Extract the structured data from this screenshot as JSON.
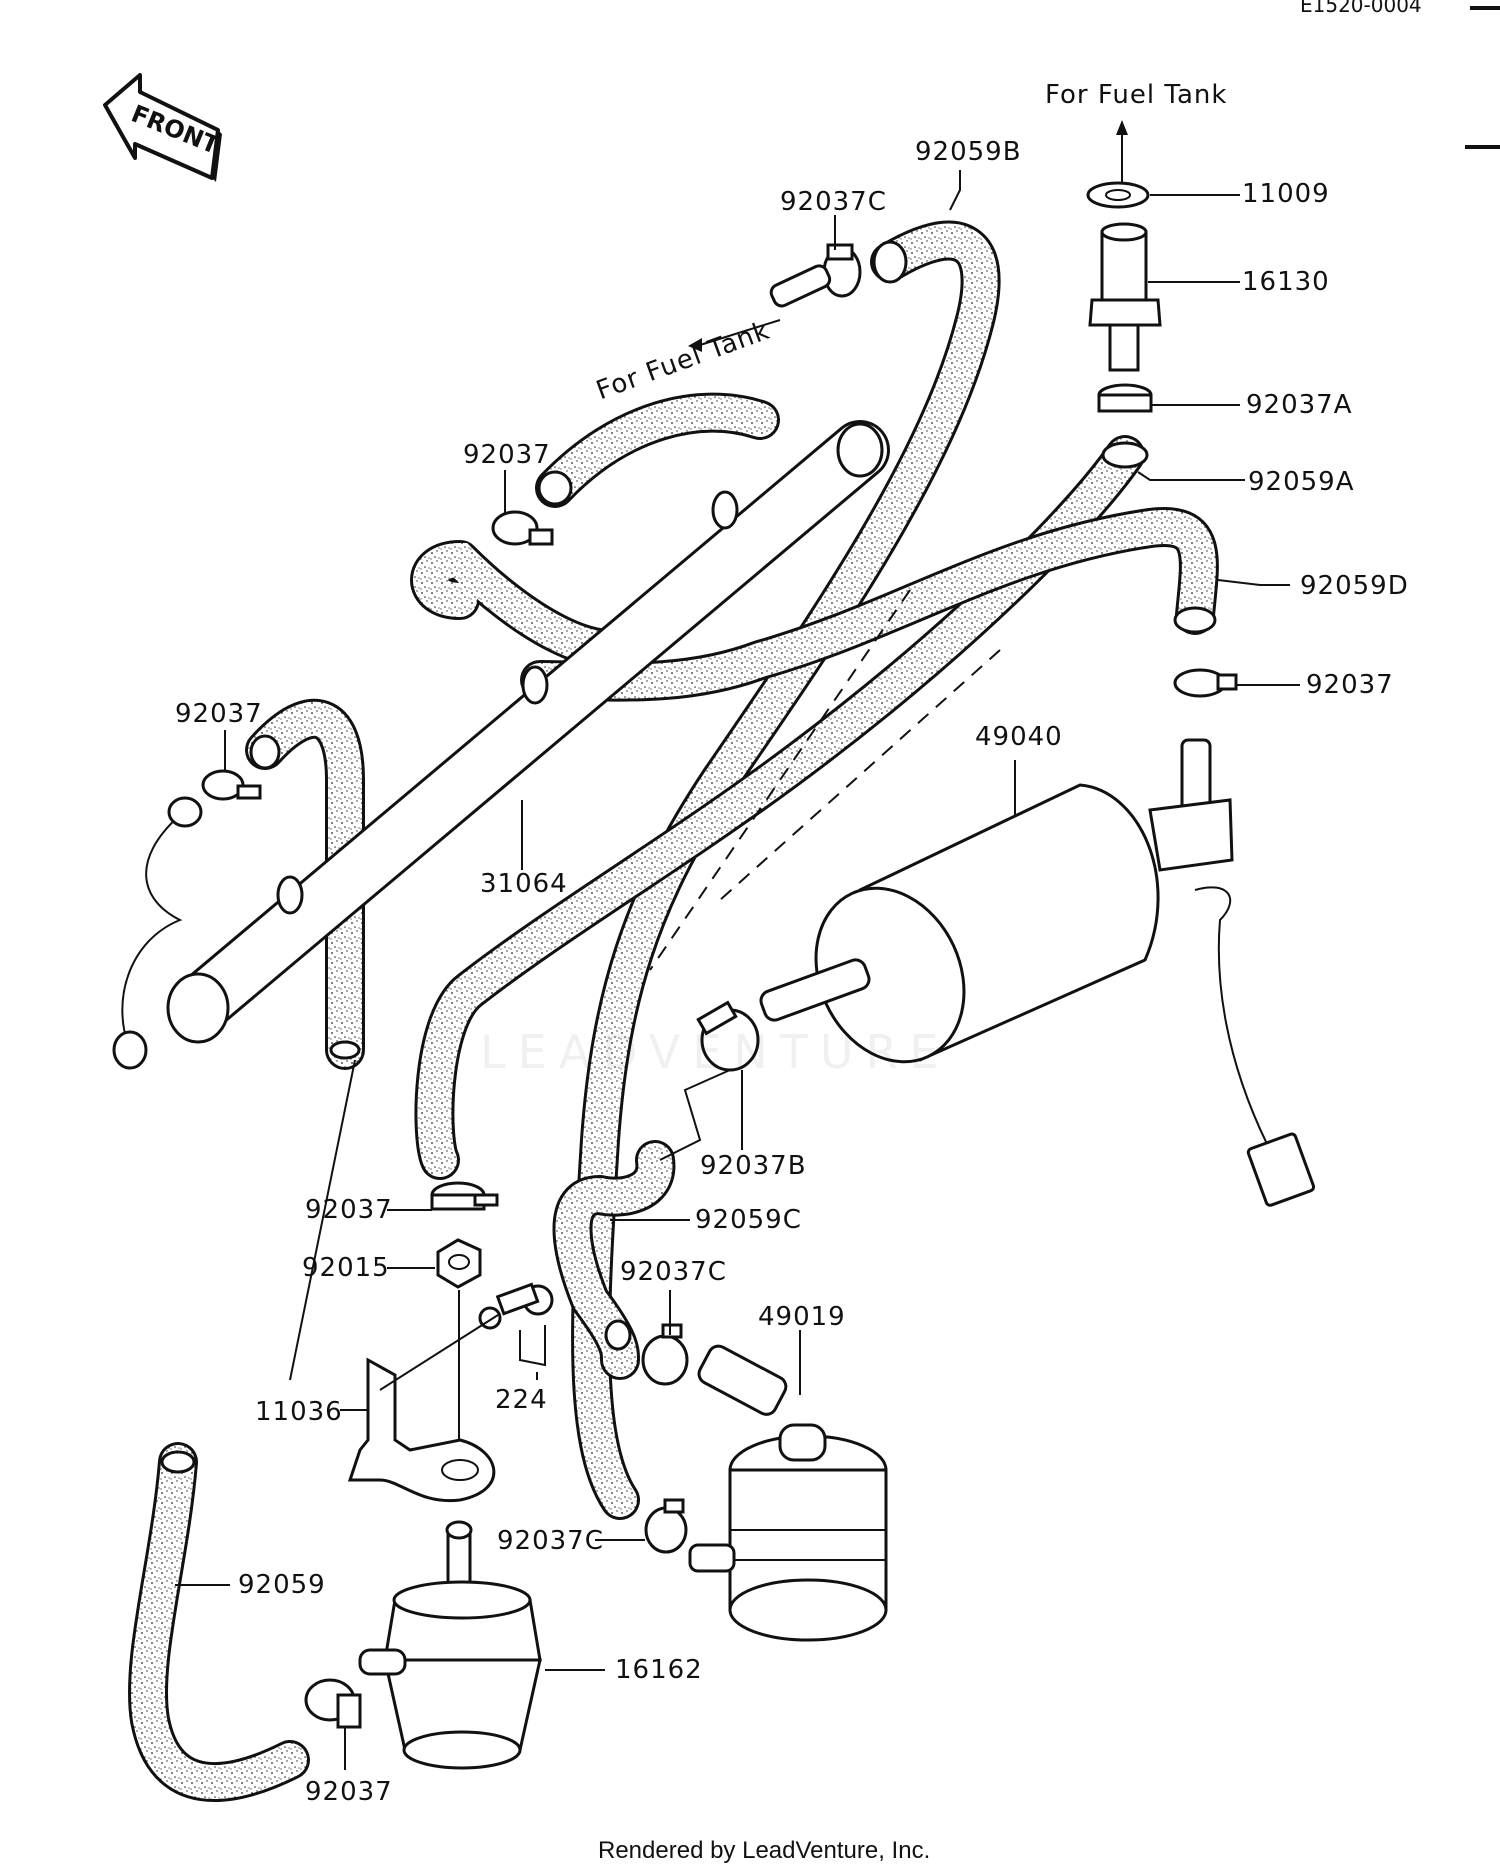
{
  "drawing_id": "E1520-0004",
  "front_label": "FRONT",
  "fuel_tank_label_top": "For Fuel Tank",
  "fuel_tank_label_left": "For Fuel Tank",
  "footer": "Rendered by LeadVenture, Inc.",
  "watermark": "LEADVENTURE",
  "callouts": {
    "p11009": "11009",
    "p16130": "16130",
    "p92037A": "92037A",
    "p92059A": "92059A",
    "p92059D": "92059D",
    "p92037_r": "92037",
    "p49040": "49040",
    "p92059B": "92059B",
    "p92037C_top": "92037C",
    "p92037_mid": "92037",
    "p92037_left": "92037",
    "p31064": "31064",
    "p92037B": "92037B",
    "p92059C": "92059C",
    "p92037_low": "92037",
    "p92015": "92015",
    "p92037C_mid": "92037C",
    "p49019": "49019",
    "p224": "224",
    "p11036": "11036",
    "p92037C_low": "92037C",
    "p92059": "92059",
    "p16162": "16162",
    "p92037_bottom": "92037"
  }
}
